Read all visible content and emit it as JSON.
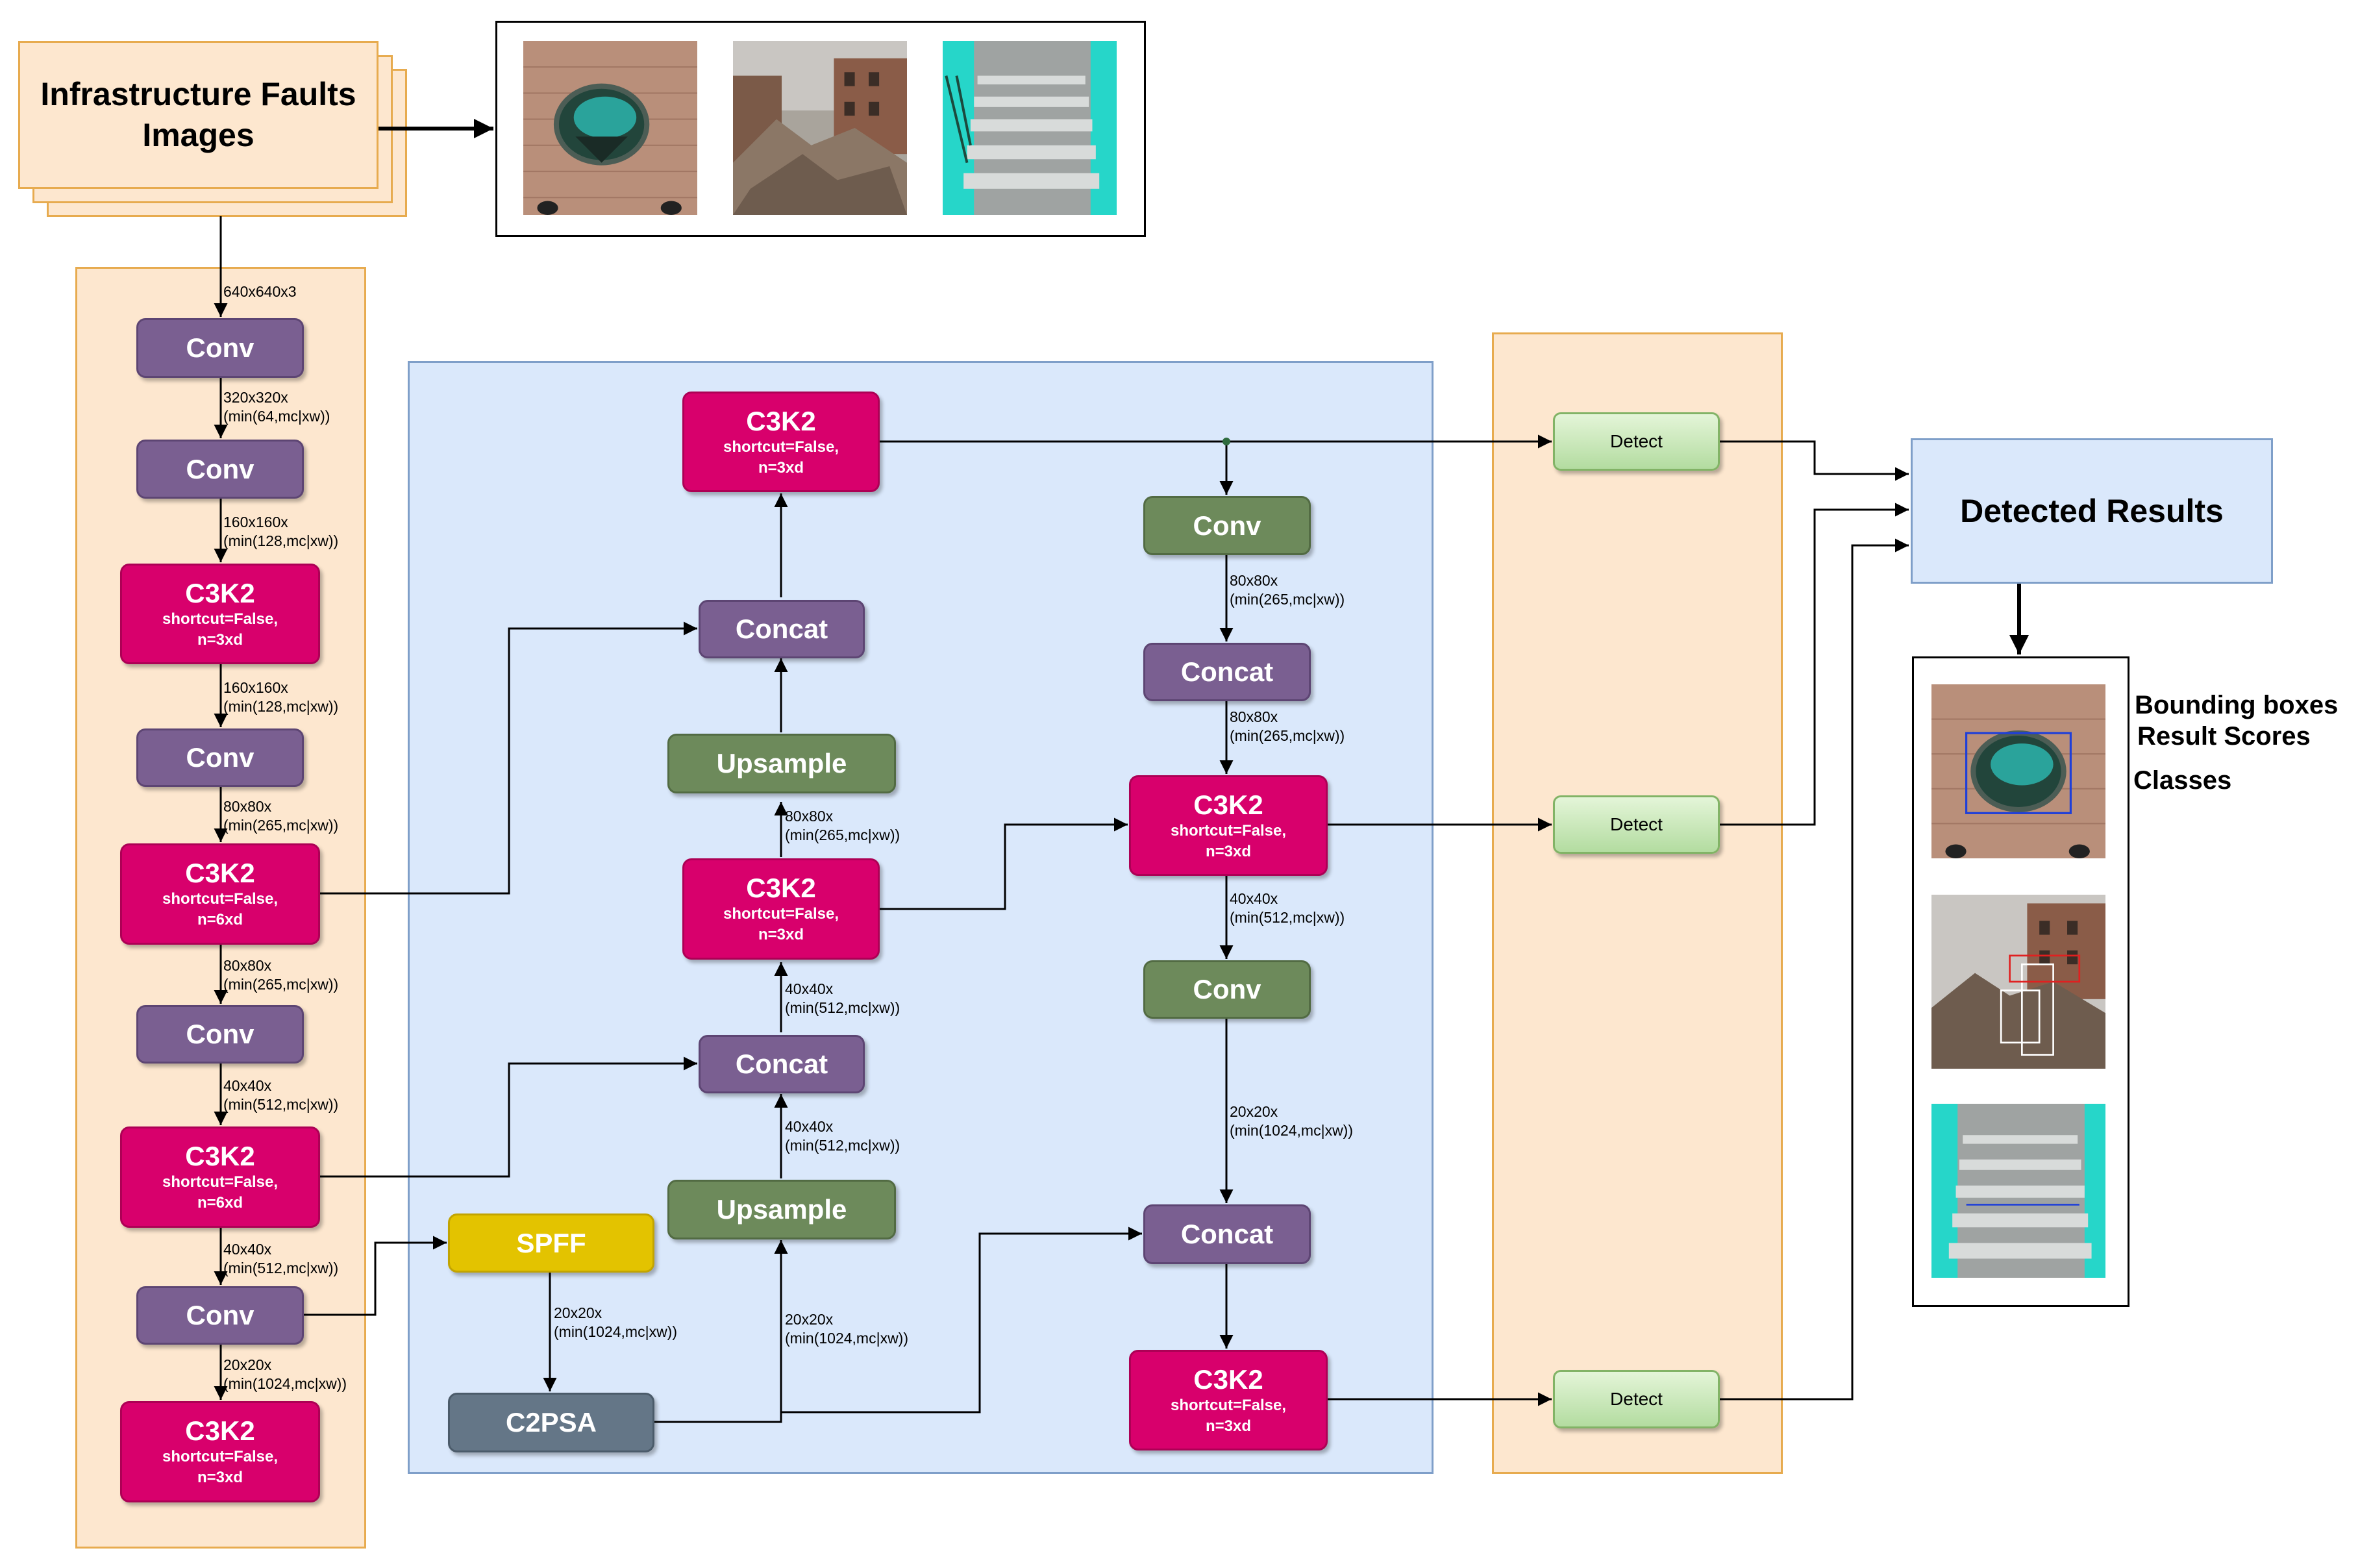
{
  "input": {
    "title_line1": "Infrastructure Faults",
    "title_line2": "Images"
  },
  "backbone": {
    "input_size": "640x640x3",
    "nodes": [
      {
        "title": "Conv",
        "sub1": "",
        "sub2": ""
      },
      {
        "title": "Conv",
        "sub1": "",
        "sub2": ""
      },
      {
        "title": "C3K2",
        "sub1": "shortcut=False,",
        "sub2": "n=3xd"
      },
      {
        "title": "Conv",
        "sub1": "",
        "sub2": ""
      },
      {
        "title": "C3K2",
        "sub1": "shortcut=False,",
        "sub2": "n=6xd"
      },
      {
        "title": "Conv",
        "sub1": "",
        "sub2": ""
      },
      {
        "title": "C3K2",
        "sub1": "shortcut=False,",
        "sub2": "n=6xd"
      },
      {
        "title": "Conv",
        "sub1": "",
        "sub2": ""
      },
      {
        "title": "C3K2",
        "sub1": "shortcut=False,",
        "sub2": "n=3xd"
      }
    ],
    "edge_labels": [
      {
        "l1": "320x320x",
        "l2": "(min(64,mc|xw))"
      },
      {
        "l1": "160x160x",
        "l2": "(min(128,mc|xw))"
      },
      {
        "l1": "160x160x",
        "l2": "(min(128,mc|xw))"
      },
      {
        "l1": "80x80x",
        "l2": "(min(265,mc|xw))"
      },
      {
        "l1": "80x80x",
        "l2": "(min(265,mc|xw))"
      },
      {
        "l1": "40x40x",
        "l2": "(min(512,mc|xw))"
      },
      {
        "l1": "40x40x",
        "l2": "(min(512,mc|xw))"
      },
      {
        "l1": "20x20x",
        "l2": "(min(1024,mc|xw))"
      }
    ]
  },
  "neck": {
    "top_c3k2": {
      "title": "C3K2",
      "sub1": "shortcut=False,",
      "sub2": "n=3xd"
    },
    "concat_top": "Concat",
    "upsample_top": "Upsample",
    "mid_c3k2": {
      "title": "C3K2",
      "sub1": "shortcut=False,",
      "sub2": "n=3xd"
    },
    "concat_mid": "Concat",
    "upsample_bottom": "Upsample",
    "spff": "SPFF",
    "c2psa": "C2PSA",
    "conv_right_top": "Conv",
    "concat_right_top": "Concat",
    "right_c3k2_mid": {
      "title": "C3K2",
      "sub1": "shortcut=False,",
      "sub2": "n=3xd"
    },
    "conv_right_mid": "Conv",
    "concat_right_bottom": "Concat",
    "right_c3k2_bottom": {
      "title": "C3K2",
      "sub1": "shortcut=False,",
      "sub2": "n=3xd"
    },
    "edge_labels": {
      "up_top": {
        "l1": "80x80x",
        "l2": "(min(265,mc|xw))"
      },
      "up_mid": {
        "l1": "40x40x",
        "l2": "(min(512,mc|xw))"
      },
      "up_bottom": {
        "l1": "40x40x",
        "l2": "(min(512,mc|xw))"
      },
      "c2psa_up": {
        "l1": "20x20x",
        "l2": "(min(1024,mc|xw))"
      },
      "spff_down": {
        "l1": "20x20x",
        "l2": "(min(1024,mc|xw))"
      },
      "right_1": {
        "l1": "80x80x",
        "l2": "(min(265,mc|xw))"
      },
      "right_2": {
        "l1": "80x80x",
        "l2": "(min(265,mc|xw))"
      },
      "right_3": {
        "l1": "40x40x",
        "l2": "(min(512,mc|xw))"
      },
      "right_4": {
        "l1": "20x20x",
        "l2": "(min(1024,mc|xw))"
      }
    }
  },
  "head": {
    "detect_labels": [
      "Detect",
      "Detect",
      "Detect"
    ]
  },
  "output": {
    "title": "Detected Results",
    "legend": [
      "Bounding boxes",
      "Result Scores",
      "Classes"
    ]
  },
  "colors": {
    "backbone_panel": "#fde7cf",
    "neck_panel": "#dae8fb",
    "conv": "#7a5f91",
    "c3k2": "#d8006c",
    "green_block": "#6d8a5b",
    "spff": "#e3c300",
    "c2psa": "#647687",
    "detect": "#b3dca0"
  },
  "icons": [
    "manhole-photo",
    "collapsed-building-photo",
    "staircase-photo"
  ]
}
